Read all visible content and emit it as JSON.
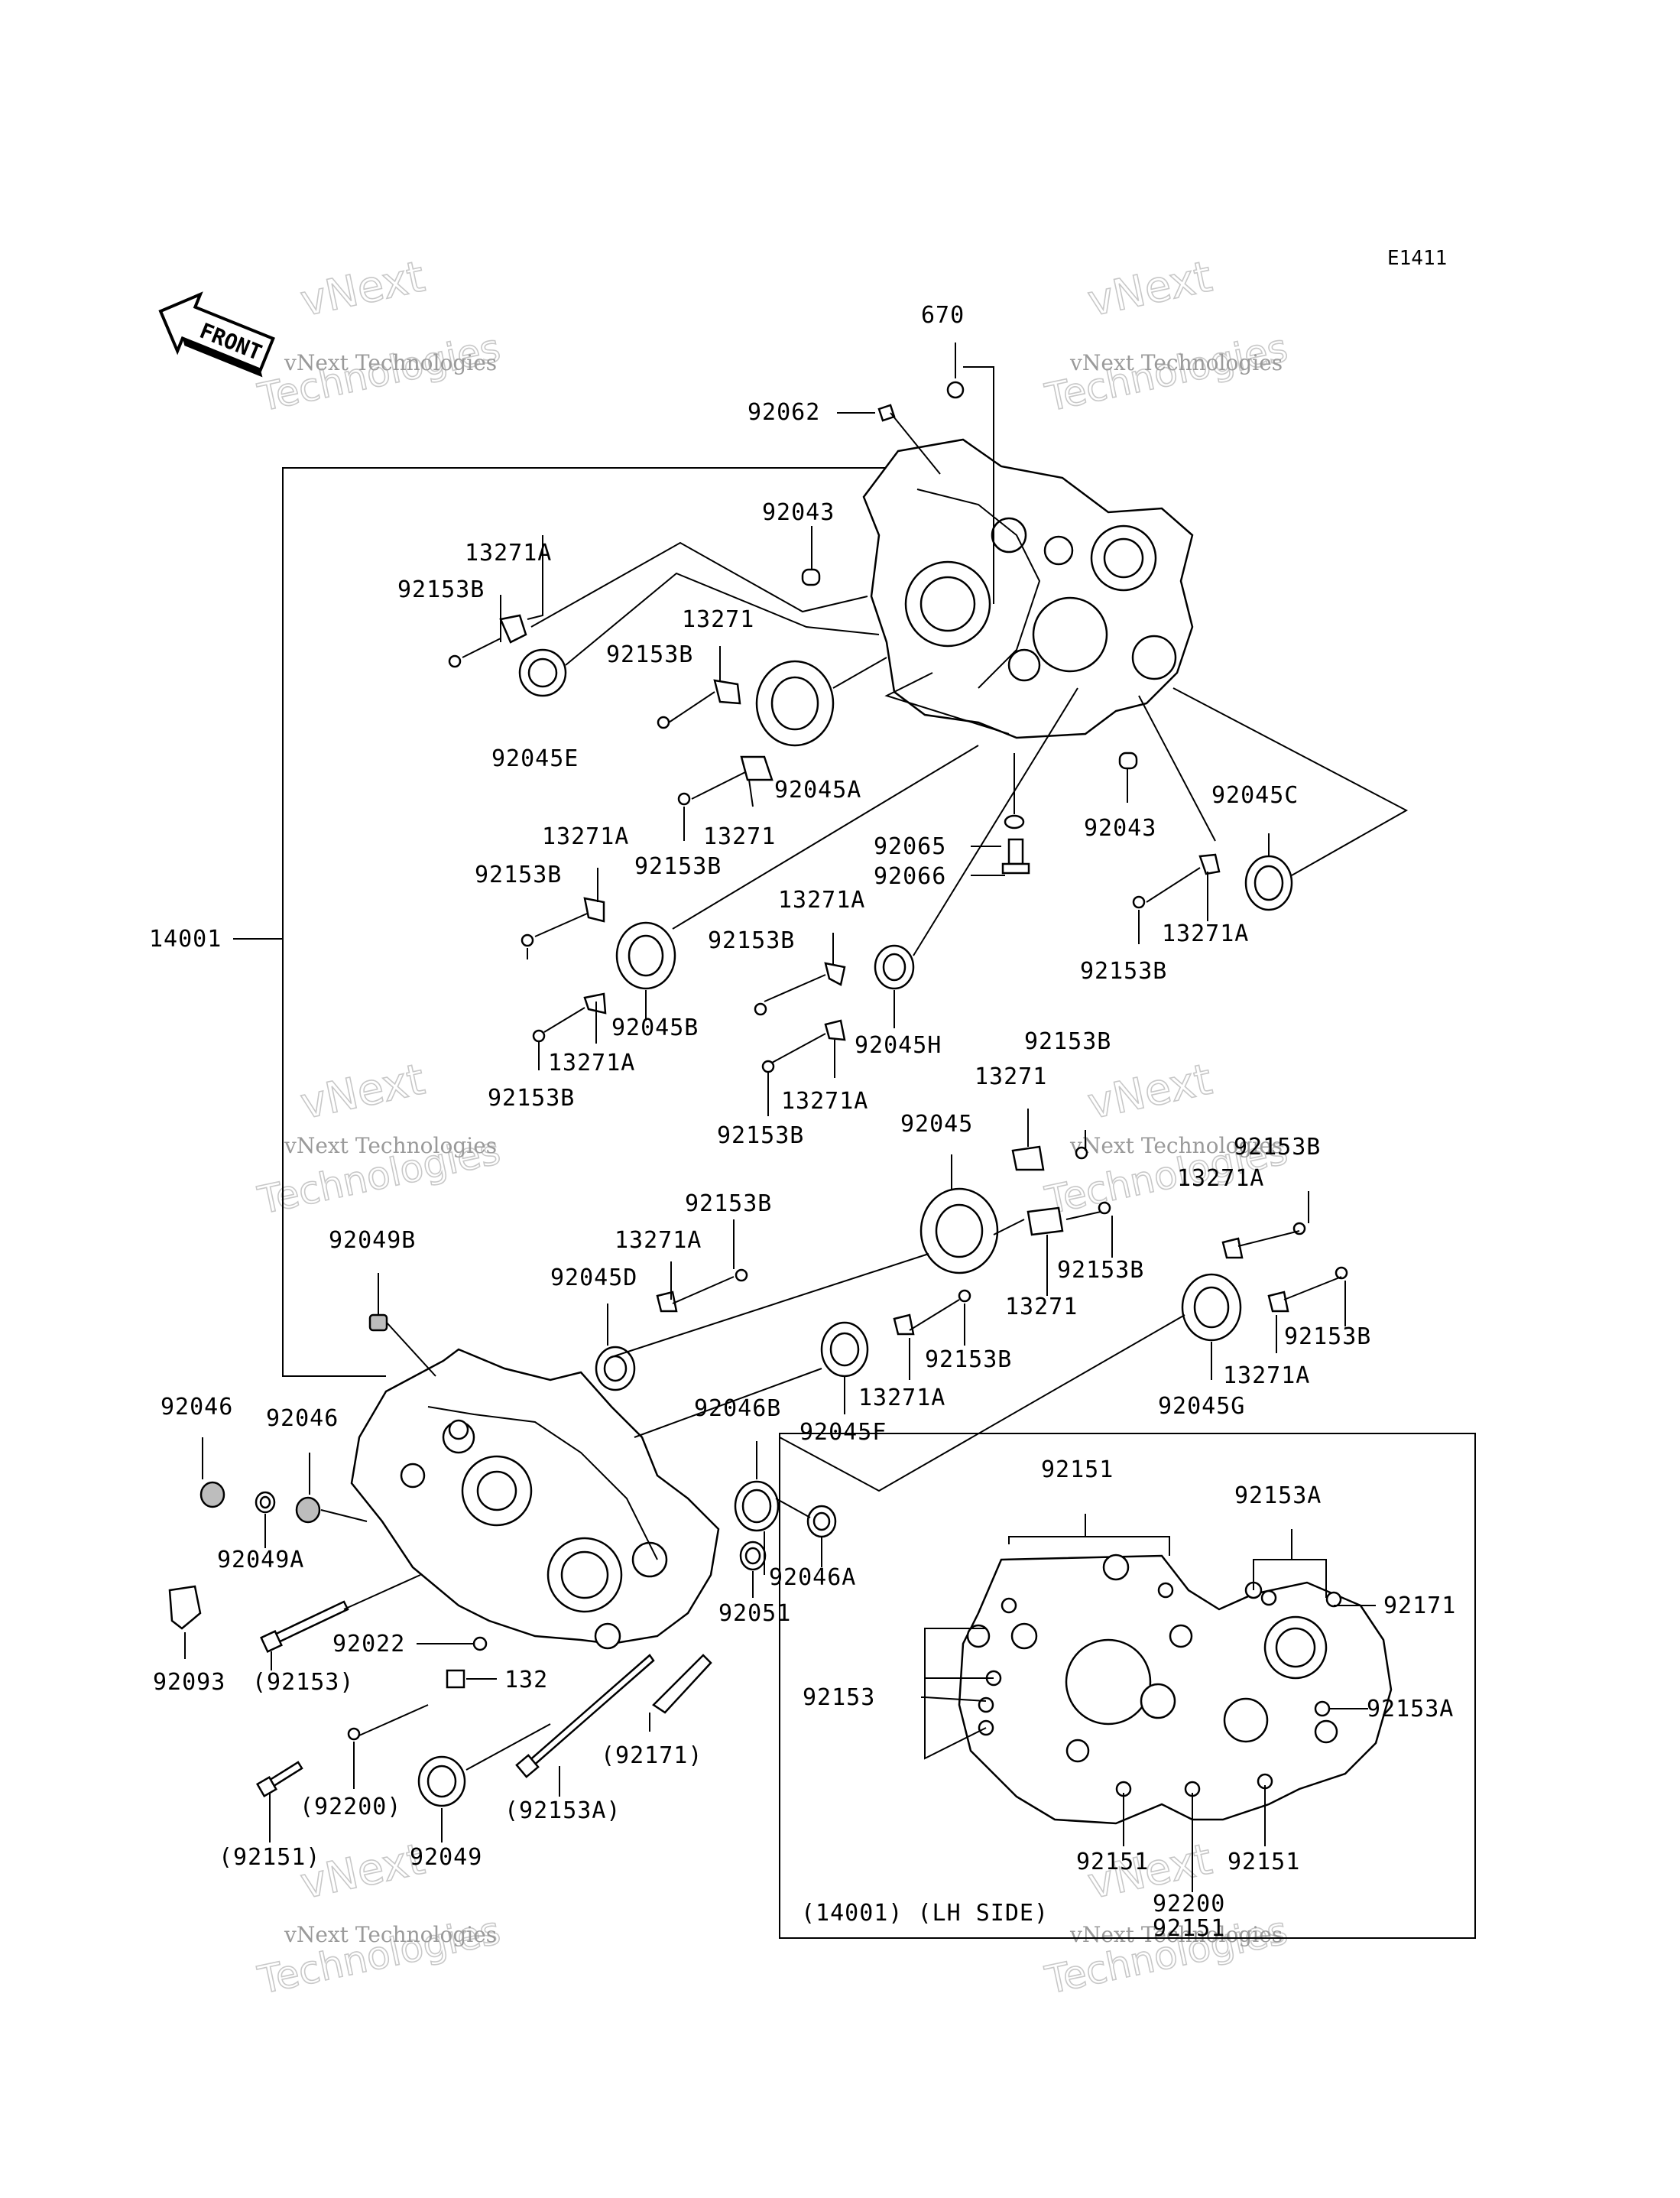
{
  "diagram_id": "E1411",
  "front_label": "FRONT",
  "watermark": {
    "brand": "vNext",
    "company": "vNext Technologies",
    "word": "Technologies"
  },
  "labels": [
    {
      "id": "l670",
      "text": "670"
    },
    {
      "id": "l92062",
      "text": "92062"
    },
    {
      "id": "l92043a",
      "text": "92043"
    },
    {
      "id": "l13271A_1",
      "text": "13271A"
    },
    {
      "id": "l92153B_1",
      "text": "92153B"
    },
    {
      "id": "l13271_1",
      "text": "13271"
    },
    {
      "id": "l92153B_2",
      "text": "92153B"
    },
    {
      "id": "l92045E",
      "text": "92045E"
    },
    {
      "id": "l92045A",
      "text": "92045A"
    },
    {
      "id": "l13271_2",
      "text": "13271"
    },
    {
      "id": "l92153B_3",
      "text": "92153B"
    },
    {
      "id": "l92065",
      "text": "92065"
    },
    {
      "id": "l92043b",
      "text": "92043"
    },
    {
      "id": "l92045C",
      "text": "92045C"
    },
    {
      "id": "l92066",
      "text": "92066"
    },
    {
      "id": "l13271A_2",
      "text": "13271A"
    },
    {
      "id": "l92153B_4",
      "text": "92153B"
    },
    {
      "id": "l13271A_3",
      "text": "13271A"
    },
    {
      "id": "l92153B_5",
      "text": "92153B"
    },
    {
      "id": "l13271A_4",
      "text": "13271A"
    },
    {
      "id": "l92153B_6",
      "text": "92153B"
    },
    {
      "id": "l14001",
      "text": "14001"
    },
    {
      "id": "l92045B",
      "text": "92045B"
    },
    {
      "id": "l92045H",
      "text": "92045H"
    },
    {
      "id": "l13271A_5",
      "text": "13271A"
    },
    {
      "id": "l92153B_7",
      "text": "92153B"
    },
    {
      "id": "l13271A_6",
      "text": "13271A"
    },
    {
      "id": "l92153B_8",
      "text": "92153B"
    },
    {
      "id": "l92153B_9",
      "text": "92153B"
    },
    {
      "id": "l13271_3",
      "text": "13271"
    },
    {
      "id": "l92045",
      "text": "92045"
    },
    {
      "id": "l92153B_10",
      "text": "92153B"
    },
    {
      "id": "l13271A_7",
      "text": "13271A"
    },
    {
      "id": "l92153B_11",
      "text": "92153B"
    },
    {
      "id": "l13271A_8",
      "text": "13271A"
    },
    {
      "id": "l92049B",
      "text": "92049B"
    },
    {
      "id": "l92045D",
      "text": "92045D"
    },
    {
      "id": "l92153B_12",
      "text": "92153B"
    },
    {
      "id": "l13271_4",
      "text": "13271"
    },
    {
      "id": "l92153B_13",
      "text": "92153B"
    },
    {
      "id": "l92153B_14",
      "text": "92153B"
    },
    {
      "id": "l13271A_9",
      "text": "13271A"
    },
    {
      "id": "l13271A_10",
      "text": "13271A"
    },
    {
      "id": "l92045G",
      "text": "92045G"
    },
    {
      "id": "l92045F",
      "text": "92045F"
    },
    {
      "id": "l92046_1",
      "text": "92046"
    },
    {
      "id": "l92046_2",
      "text": "92046"
    },
    {
      "id": "l92046B",
      "text": "92046B"
    },
    {
      "id": "l92049A",
      "text": "92049A"
    },
    {
      "id": "l92046A",
      "text": "92046A"
    },
    {
      "id": "l92051",
      "text": "92051"
    },
    {
      "id": "l92022",
      "text": "92022"
    },
    {
      "id": "l92093",
      "text": "92093"
    },
    {
      "id": "l92153p",
      "text": "(92153)"
    },
    {
      "id": "l132",
      "text": "132"
    },
    {
      "id": "l92171p",
      "text": "(92171)"
    },
    {
      "id": "l92200p",
      "text": "(92200)"
    },
    {
      "id": "l92153Ap",
      "text": "(92153A)"
    },
    {
      "id": "l92151p",
      "text": "(92151)"
    },
    {
      "id": "l92049",
      "text": "92049"
    },
    {
      "id": "i92151_top",
      "text": "92151"
    },
    {
      "id": "i92153A_top",
      "text": "92153A"
    },
    {
      "id": "i92171",
      "text": "92171"
    },
    {
      "id": "i92153",
      "text": "92153"
    },
    {
      "id": "i92153A_side",
      "text": "92153A"
    },
    {
      "id": "i92151_l",
      "text": "92151"
    },
    {
      "id": "i92151_r",
      "text": "92151"
    },
    {
      "id": "i92200",
      "text": "92200"
    },
    {
      "id": "i92151_b",
      "text": "92151"
    },
    {
      "id": "i_caption",
      "text": "(14001) (LH SIDE)"
    }
  ]
}
